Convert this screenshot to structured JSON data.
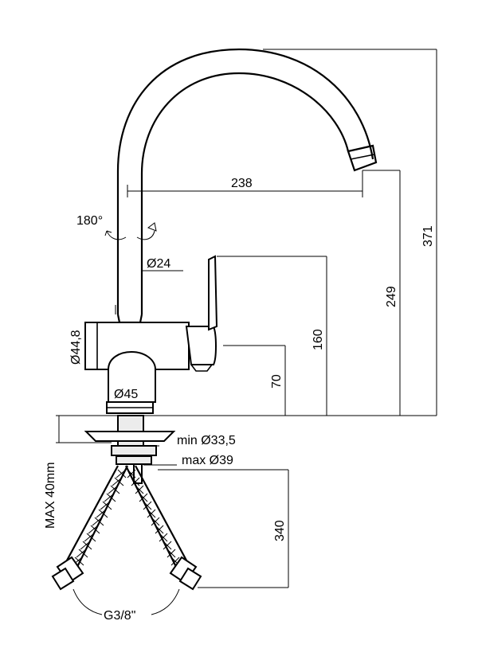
{
  "dimensions": {
    "reach": "238",
    "rotation": "180°",
    "spout_diameter": "Ø24",
    "body_diameter": "Ø44,8",
    "base_diameter": "Ø45",
    "height_total": "371",
    "height_spout": "249",
    "height_handle": "160",
    "height_body": "70",
    "hole_min": "min Ø33,5",
    "hole_max": "max Ø39",
    "deck_thickness": "MAX 40mm",
    "hose_length": "340",
    "thread": "G3/8\""
  },
  "colors": {
    "line": "#000000",
    "body_fill": "#ffffff",
    "shade_fill": "#ececec"
  }
}
